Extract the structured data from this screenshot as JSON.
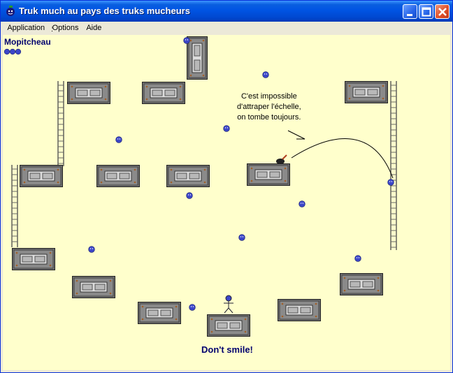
{
  "window": {
    "title": "Truk much au pays des truks mucheurs"
  },
  "menu": [
    {
      "label": "Application",
      "key": "A"
    },
    {
      "label": "Options",
      "key": "O"
    },
    {
      "label": "Aide",
      "key": "A"
    }
  ],
  "game": {
    "player_name": "Mopitcheau",
    "lives": 3,
    "speech": "C'est impossible\nd'attraper l'échelle,\non tombe toujours.",
    "status": "Don't smile!",
    "colors": {
      "background": "#ffffcc",
      "text": "#00006e",
      "coin": "#3c46c8",
      "board": "#7a7a7a"
    }
  }
}
